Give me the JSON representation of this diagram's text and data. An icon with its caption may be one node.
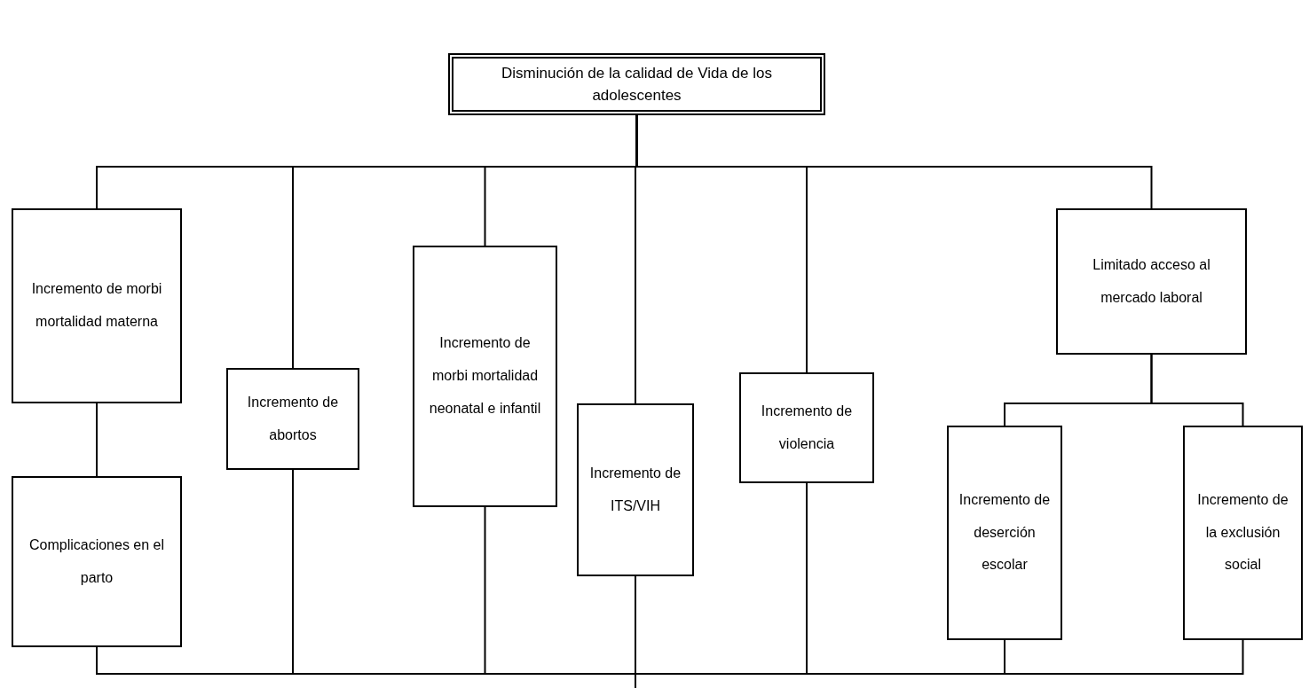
{
  "diagram": {
    "nodes": [
      {
        "text": [
          "Disminución de la calidad de Vida de los adolescentes"
        ]
      },
      {
        "text": [
          "Incremento de morbi mortalidad materna"
        ]
      },
      {
        "text": [
          "Incremento de abortos"
        ]
      },
      {
        "text": [
          "Incremento de morbi mortalidad neonatal e infantil"
        ]
      },
      {
        "text": [
          "Incremento de ITS/VIH"
        ]
      },
      {
        "text": [
          "Incremento de violencia"
        ]
      },
      {
        "text": [
          "Limitado acceso al mercado laboral"
        ]
      },
      {
        "text": [
          "Complicaciones en el parto"
        ]
      },
      {
        "text": [
          "Incremento de deserción escolar"
        ]
      },
      {
        "text": [
          "Incremento de la exclusión social"
        ]
      }
    ],
    "edges": [
      {
        "from": 0,
        "to": 1,
        "arrow": "none"
      },
      {
        "from": 0,
        "to": 2,
        "arrow": "none"
      },
      {
        "from": 0,
        "to": 3,
        "arrow": "none"
      },
      {
        "from": 0,
        "to": 4,
        "arrow": "none"
      },
      {
        "from": 0,
        "to": 5,
        "arrow": "none"
      },
      {
        "from": 0,
        "to": 6,
        "arrow": "none"
      },
      {
        "from": 1,
        "to": 7,
        "arrow": "none"
      },
      {
        "from": 6,
        "to": 8,
        "arrow": "none"
      },
      {
        "from": 6,
        "to": 9,
        "arrow": "none"
      },
      {
        "from": 7,
        "to": null,
        "arrow": "none"
      },
      {
        "from": 2,
        "to": null,
        "arrow": "none"
      },
      {
        "from": 3,
        "to": null,
        "arrow": "none"
      },
      {
        "from": 4,
        "to": null,
        "arrow": "none"
      },
      {
        "from": 5,
        "to": null,
        "arrow": "none"
      },
      {
        "from": 8,
        "to": null,
        "arrow": "none"
      },
      {
        "from": 9,
        "to": null,
        "arrow": "none"
      }
    ]
  }
}
